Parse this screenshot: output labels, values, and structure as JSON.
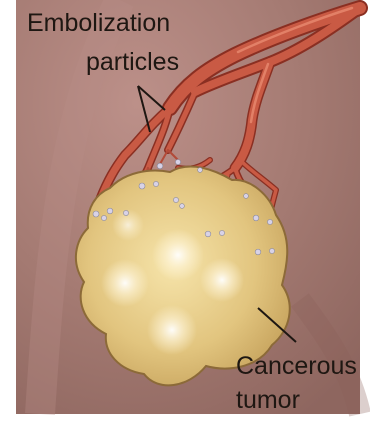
{
  "labels": {
    "particles_line1": "Embolization",
    "particles_line2": "particles",
    "tumor_line1": "Cancerous",
    "tumor_line2": "tumor"
  },
  "colors": {
    "background": "#a47a72",
    "vessel": "#c95a44",
    "vessel_dark": "#8a2f22",
    "tumor": "#dcc078",
    "tumor_edge": "#8c6a38",
    "particles": "#d8d2e6",
    "text": "#1e1712"
  }
}
